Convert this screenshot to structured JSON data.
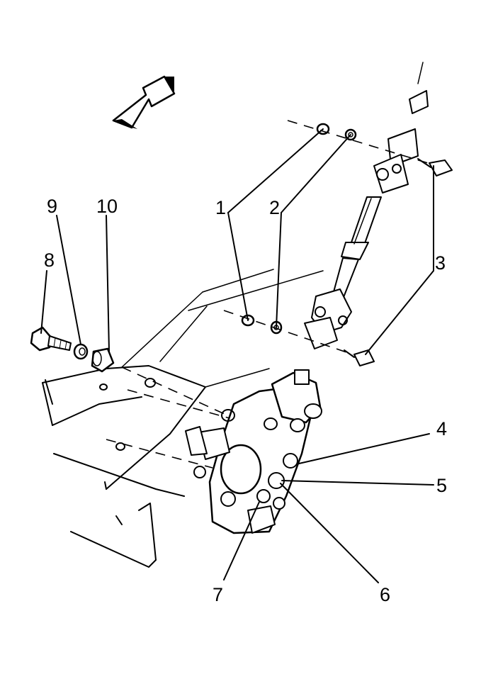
{
  "callouts": {
    "c1": "1",
    "c2": "2",
    "c3": "3",
    "c4": "4",
    "c5": "5",
    "c6": "6",
    "c7": "7",
    "c8": "8",
    "c9": "9",
    "c10": "10"
  },
  "icons": {
    "direction_arrow": "front-direction-arrow-icon"
  },
  "colors": {
    "ink": "#000000",
    "paper": "#ffffff"
  }
}
